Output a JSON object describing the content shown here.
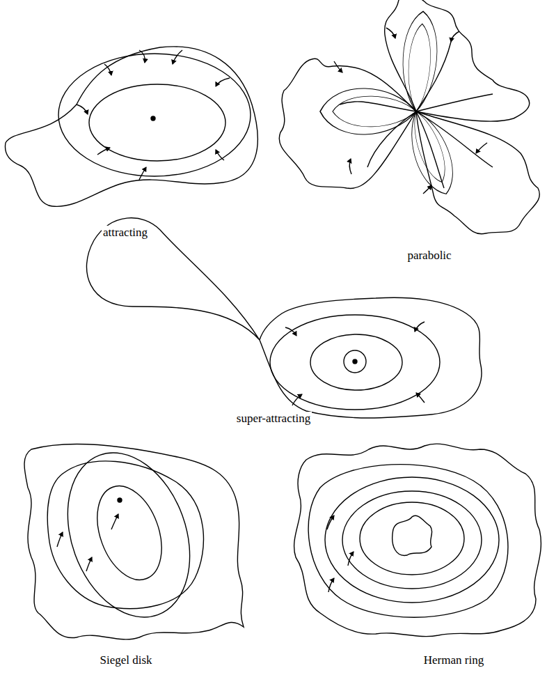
{
  "diagram": {
    "labels": [
      "attracting",
      "parabolic",
      "super-attracting",
      "Siegel disk",
      "Herman ring"
    ]
  }
}
